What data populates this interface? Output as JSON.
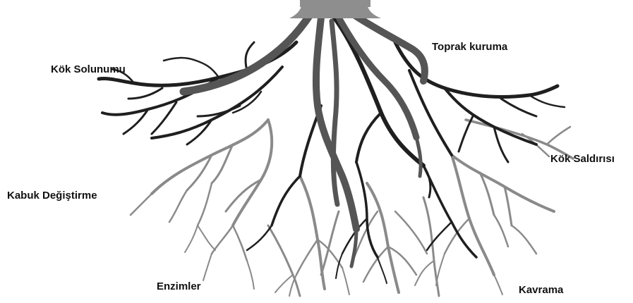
{
  "labels": {
    "kok_solunumu": "Kök Solunumu",
    "toprak_kuruma": "Toprak kuruma",
    "kok_saldirisi": "Kök Saldırısı",
    "kabuk_degistirme": "Kabuk Değiştirme",
    "enzimler": "Enzimler",
    "kavrama": "Kavrama"
  },
  "colors": {
    "trunk": "#8e8e8e",
    "main_roots": "#555555",
    "dark_roots": "#1f1f1f",
    "fine_roots": "#8a8a8a",
    "background": "#ffffff"
  },
  "icons": [
    "root-system-illustration"
  ]
}
